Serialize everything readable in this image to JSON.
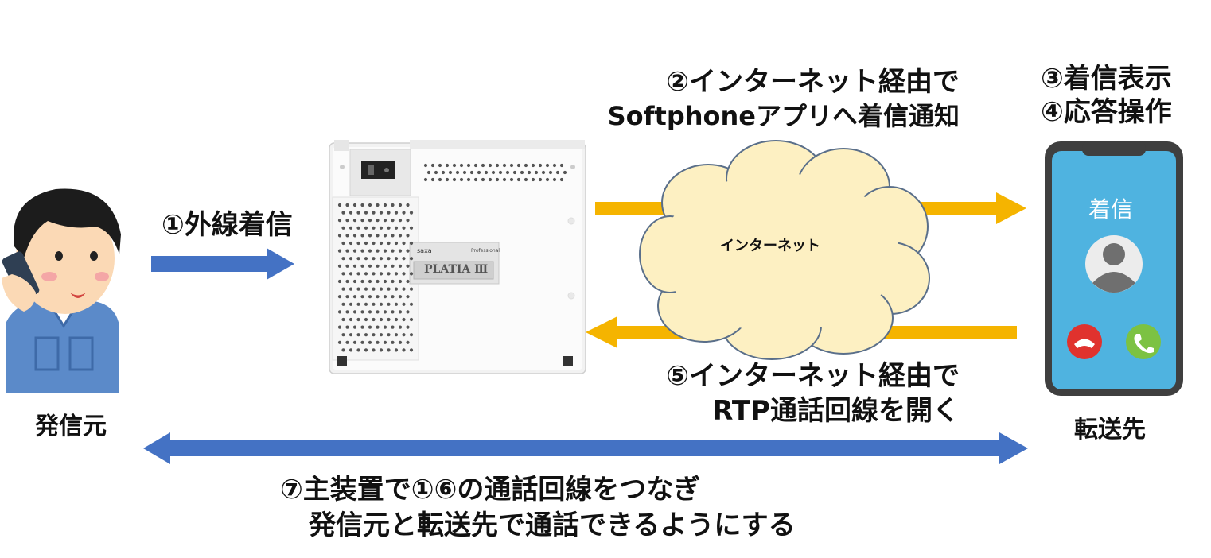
{
  "labels": {
    "step1": "①外線着信",
    "step2_line1": "②インターネット経由で",
    "step2_line2": "Softphoneアプリへ着信通知",
    "step3": "③着信表示",
    "step4": "④応答操作",
    "step5_line1": "⑤インターネット経由で",
    "step5_line2": "RTP通話回線を開く",
    "step7_line1": "⑦主装置で①⑥の通話回線をつなぎ",
    "step7_line2": "発信元と転送先で通話できるようにする",
    "caller": "発信元",
    "destination": "転送先",
    "cloud": "インターネット"
  },
  "device": {
    "brand": "saxa",
    "grade": "Professional",
    "model": "PLATIA Ⅲ"
  },
  "phone_screen": {
    "status": "着信"
  },
  "colors": {
    "blue_arrow": "#4472c4",
    "gold_arrow": "#f5b400",
    "cloud_fill": "#fdf0c2",
    "cloud_stroke": "#5a6f8a",
    "phone_screen": "#4fb3e0",
    "decline": "#e0322e",
    "accept": "#7cc243"
  },
  "icons": {
    "caller": "person-on-phone-icon",
    "pbx": "pbx-device-icon",
    "cloud": "internet-cloud-icon",
    "smartphone": "smartphone-icon",
    "avatar": "avatar-icon",
    "decline": "decline-call-icon",
    "accept": "accept-call-icon"
  }
}
